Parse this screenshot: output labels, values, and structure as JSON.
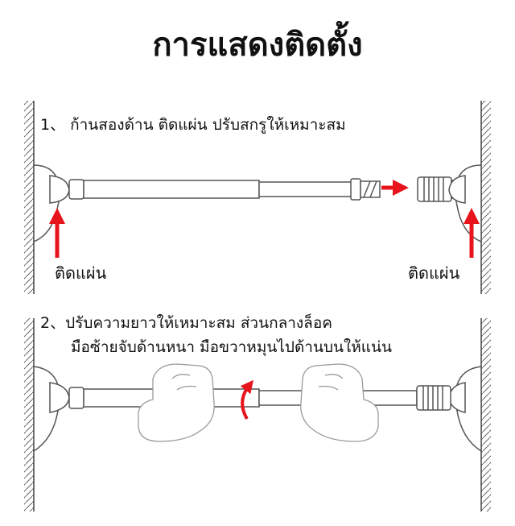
{
  "title": "การแสดงติดตั้ง",
  "step1": {
    "text": "1、 ก้านสองด้าน ติดแผ่น ปรับสกรูให้เหมาะสม",
    "label_left": "ติดแผ่น",
    "label_right": "ติดแผ่น"
  },
  "step2": {
    "line1": "2、ปรับความยาวให้เหมาะสม ส่วนกลางล็อค",
    "line2": "มือซ้ายจับด้านหนา มือขวาหมุนไปด้านบนให้แน่น"
  },
  "colors": {
    "arrow": "#e8141c",
    "line": "#555555",
    "hand": "#9a9a9a"
  },
  "icons": [
    "wall-hatch",
    "suction-cup-icon",
    "arrow-up-icon",
    "arrow-right-icon",
    "rotate-arrow-icon",
    "hand-icon"
  ]
}
